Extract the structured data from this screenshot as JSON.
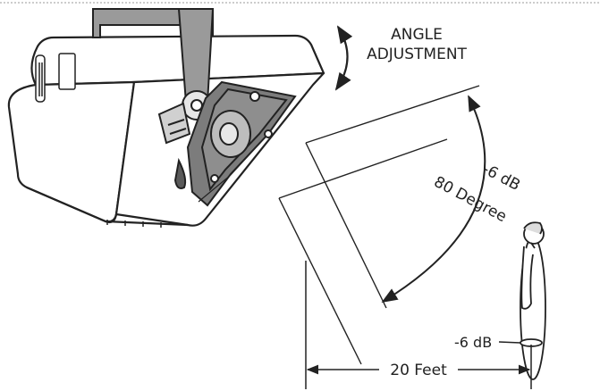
{
  "labels": {
    "angle_line1": "ANGLE",
    "angle_line2": "ADJUSTMENT",
    "db_upper": "-6 dB",
    "degree": "80 Degree",
    "db_lower": "-6 dB",
    "distance": "20 Feet"
  },
  "colors": {
    "stroke": "#222222",
    "bracket": "#9a9a9a",
    "driver": "#7c7c7c",
    "driver_dark": "#5a5a5a",
    "cabinet": "#ffffff",
    "background": "#ffffff"
  }
}
